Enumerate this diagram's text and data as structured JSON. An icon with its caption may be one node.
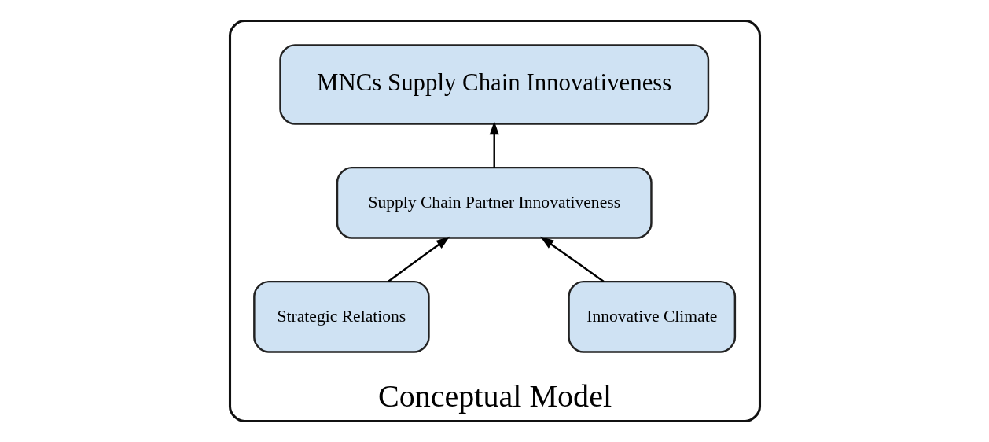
{
  "diagram": {
    "nodes": [
      {
        "text": [
          "Conceptual Model"
        ]
      },
      {
        "text": [
          "MNCs Supply Chain Innovativeness"
        ],
        "in": 0
      },
      {
        "text": [
          "Supply Chain Partner Innovativeness"
        ],
        "in": 0
      },
      {
        "text": [
          "Innovative Climate"
        ],
        "in": 0
      },
      {
        "text": [
          "Strategic Relations"
        ],
        "in": 0
      }
    ],
    "edges": [
      {
        "from": 2,
        "to": 1,
        "arrow": "to"
      },
      {
        "from": 3,
        "to": 2,
        "arrow": "to"
      },
      {
        "from": 4,
        "to": 2,
        "arrow": "to"
      }
    ]
  }
}
